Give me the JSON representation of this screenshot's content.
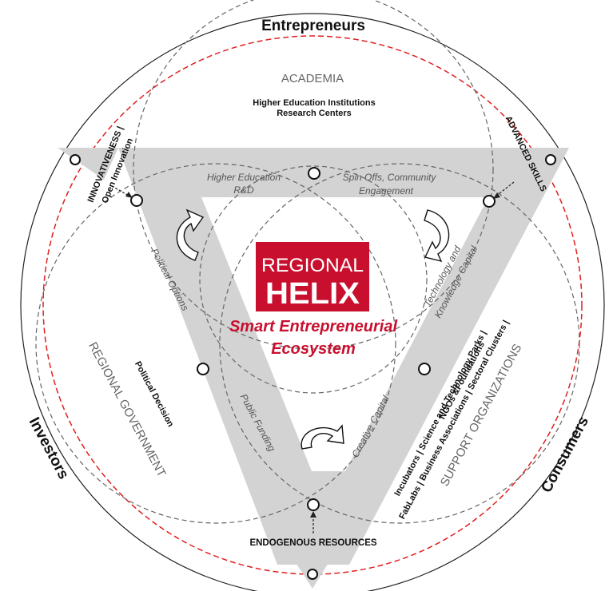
{
  "outer_labels": {
    "top": "Entrepreneurs",
    "left": "Investors",
    "right": "Consumers"
  },
  "academia": {
    "title": "ACADEMIA",
    "line1": "Higher Education Institutions",
    "line2": "Research Centers"
  },
  "government": {
    "title": "REGIONAL GOVERNMENT",
    "subtitle": "Political Decision"
  },
  "support": {
    "title": "SUPPORT ORGANIZATIONS",
    "line1": "Incubators | Science and Technology Parks |",
    "line2": "FabLabs | Business Associations | Sectoral Clusters |",
    "line3": "NGOs &Foundations"
  },
  "corners": {
    "top_left_1": "INNOVATIVENESS |",
    "top_left_2": "Open Innovation",
    "top_right": "ADVANCED SKILLS",
    "bottom": "ENDOGENOUS RESOURCES"
  },
  "flows": {
    "he_rd_1": "Higher Education",
    "he_rd_2": "R&D",
    "spin_1": "Spin Offs, Community",
    "spin_2": "Engagement",
    "political_options": "Political Options",
    "tech_1": "Technology and",
    "tech_2": "Knowledge Capital",
    "public_funding": "Public Funding",
    "creative_capital": "Creative Capital"
  },
  "logo": {
    "line1": "REGIONAL",
    "line2": "HELIX",
    "color": "#c8102e"
  },
  "center": {
    "line1": "Smart Entrepreneurial",
    "line2": "Ecosystem",
    "color": "#c8102e"
  },
  "colors": {
    "band": "#d3d3d3",
    "dashed_red": "#e02020",
    "dashed_gray": "#666666"
  }
}
